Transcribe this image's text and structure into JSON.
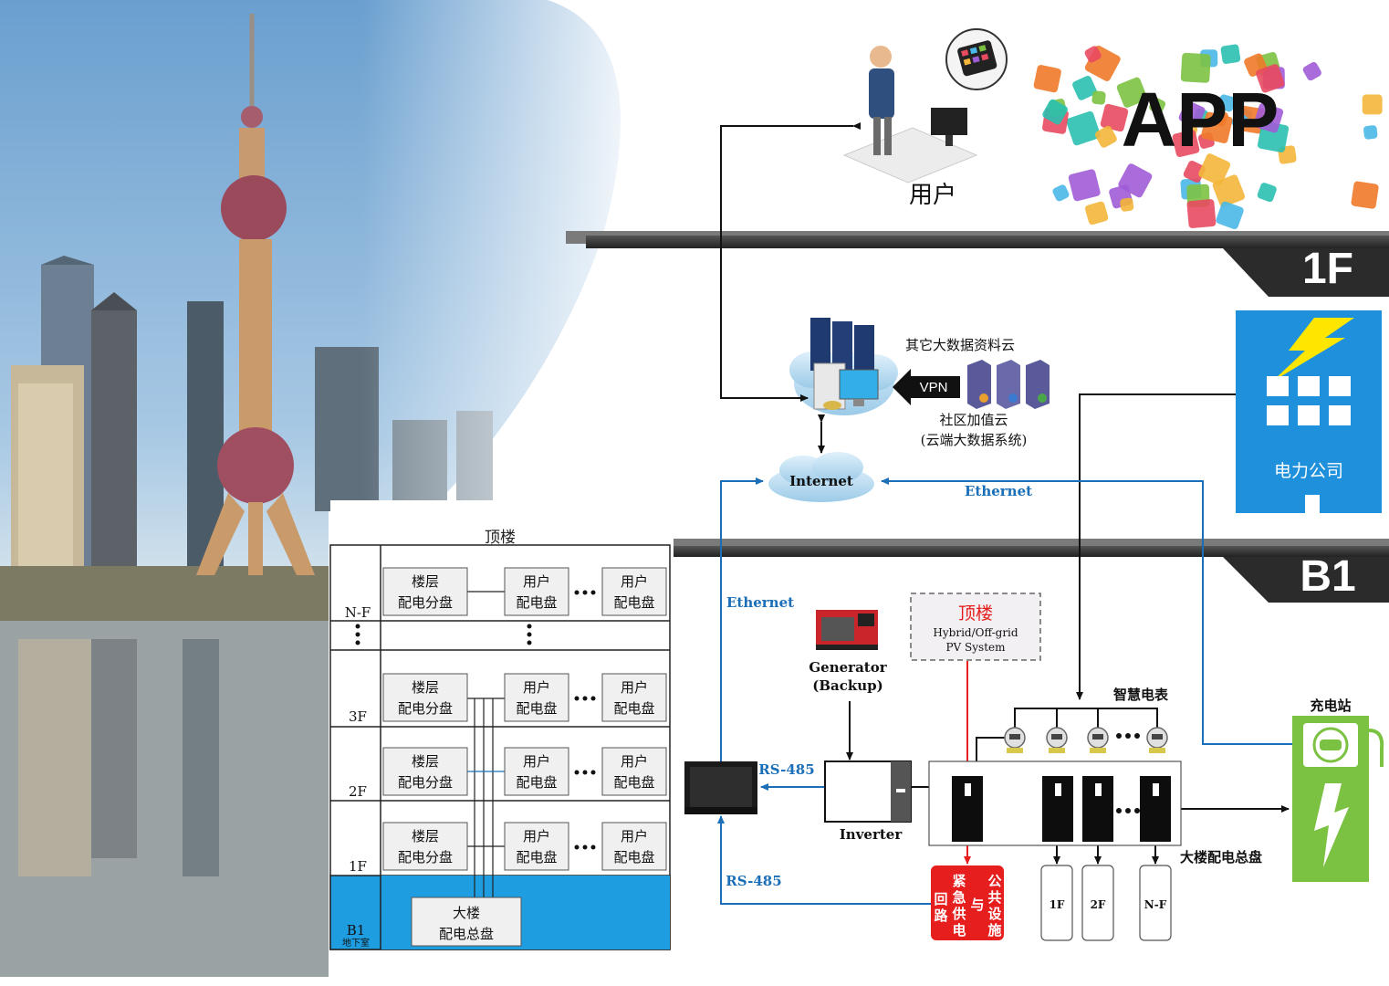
{
  "app_label": "APP",
  "user_label": "用户",
  "floor_1f": "1F",
  "floor_b1": "B1",
  "power_company": "电力公司",
  "cloud_other": "其它大数据资料云",
  "vpn": "VPN",
  "community_cloud": "社区加值云",
  "community_cloud_sub": "(云端大数据系统)",
  "internet": "Internet",
  "ethernet_right": "Ethernet",
  "ethernet_left": "Ethernet",
  "generator": "Generator",
  "generator_sub": "(Backup)",
  "pv_title": "顶楼",
  "pv_line1": "Hybrid/Off-grid",
  "pv_line2": "PV System",
  "smart_meter": "智慧电表",
  "charging_station": "充电站",
  "rs485_top": "RS-485",
  "rs485_bottom": "RS-485",
  "inverter": "Inverter",
  "main_panel": "大楼配电总盘",
  "emergency_left": "回路供电",
  "emergency_mid1": "紧急",
  "emergency_mid2": "与",
  "emergency_right": "公共设施",
  "out_1f": "1F",
  "out_2f": "2F",
  "out_nf": "N-F",
  "building": {
    "top_label": "顶楼",
    "floor_nf": "N-F",
    "floor_3f": "3F",
    "floor_2f": "2F",
    "floor_1f": "1F",
    "floor_b1": "B1",
    "basement": "地下室",
    "sub_panel_l1": "楼层",
    "sub_panel_l2": "配电分盘",
    "user_panel_l1": "用户",
    "user_panel_l2": "配电盘",
    "main_l1": "大楼",
    "main_l2": "配电总盘"
  },
  "colors": {
    "blue_line": "#1a6fb8",
    "red": "#e61e1e",
    "power_blue": "#1e90dc",
    "green": "#7cc242",
    "band": "#2b2b2b"
  }
}
